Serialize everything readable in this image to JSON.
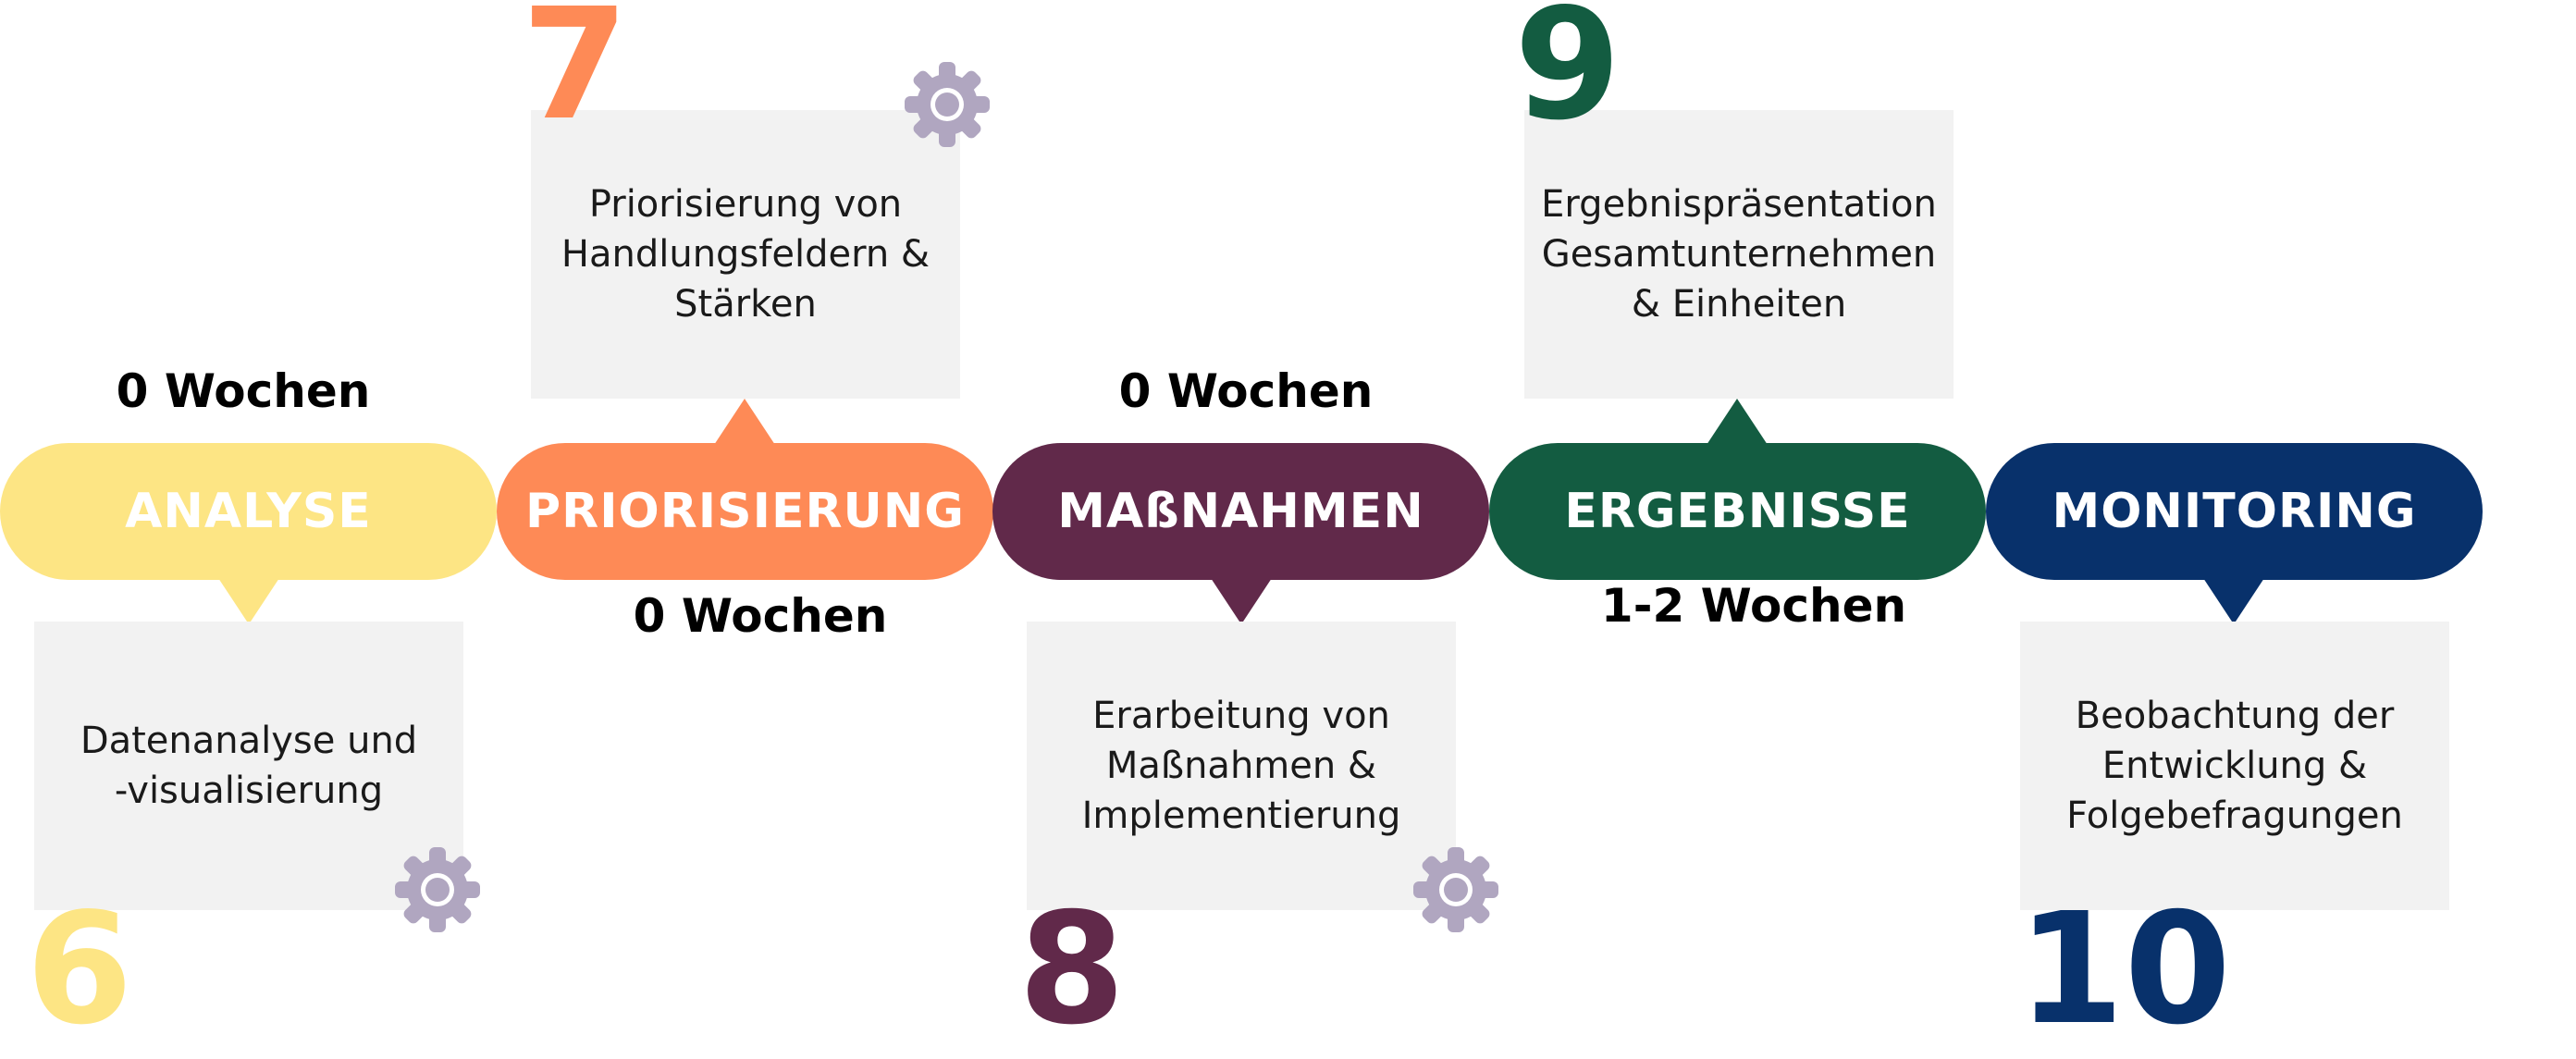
{
  "colors": {
    "analyse": "#fde584",
    "priorisierung": "#fe8a56",
    "massnahmen": "#61294a",
    "ergebnisse": "#135c41",
    "monitoring": "#08316b",
    "box": "#f2f2f2",
    "gear": "#b0a6c0"
  },
  "phases": [
    {
      "label": "ANALYSE",
      "number": "6",
      "description": "Datenanalyse und\n-visualisierung",
      "duration": "0 Wochen"
    },
    {
      "label": "PRIORISIERUNG",
      "number": "7",
      "description": "Priorisierung von\nHandlungsfeldern &\nStärken",
      "duration": "0 Wochen"
    },
    {
      "label": "MAßNAHMEN",
      "number": "8",
      "description": "Erarbeitung von\nMaßnahmen &\nImplementierung",
      "duration": "0 Wochen"
    },
    {
      "label": "ERGEBNISSE",
      "number": "9",
      "description": "Ergebnispräsentation\nGesamtunternehmen\n& Einheiten",
      "duration": "1-2 Wochen"
    },
    {
      "label": "MONITORING",
      "number": "10",
      "description": "Beobachtung der\nEntwicklung &\nFolgebefragungen"
    }
  ],
  "icons": [
    "gear-icon"
  ]
}
